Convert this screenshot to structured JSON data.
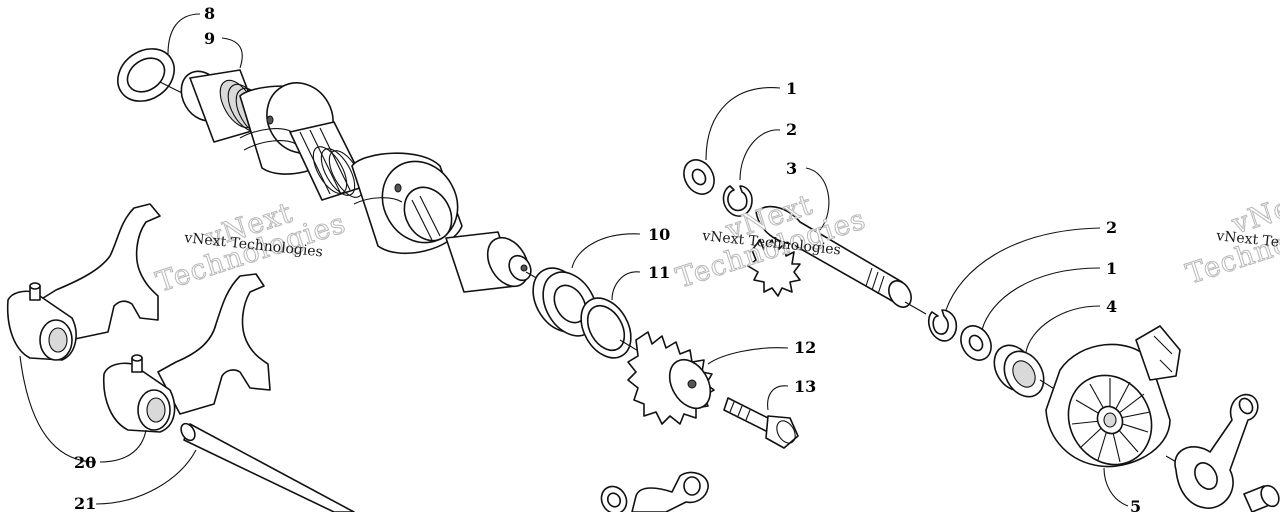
{
  "watermark": {
    "text": "vNext Technologies",
    "big_line1": "vNext",
    "big_line2": "Technologies"
  },
  "callouts": [
    "8",
    "9",
    "1",
    "2",
    "3",
    "10",
    "11",
    "12",
    "13",
    "2",
    "1",
    "4",
    "20",
    "21",
    "5"
  ]
}
